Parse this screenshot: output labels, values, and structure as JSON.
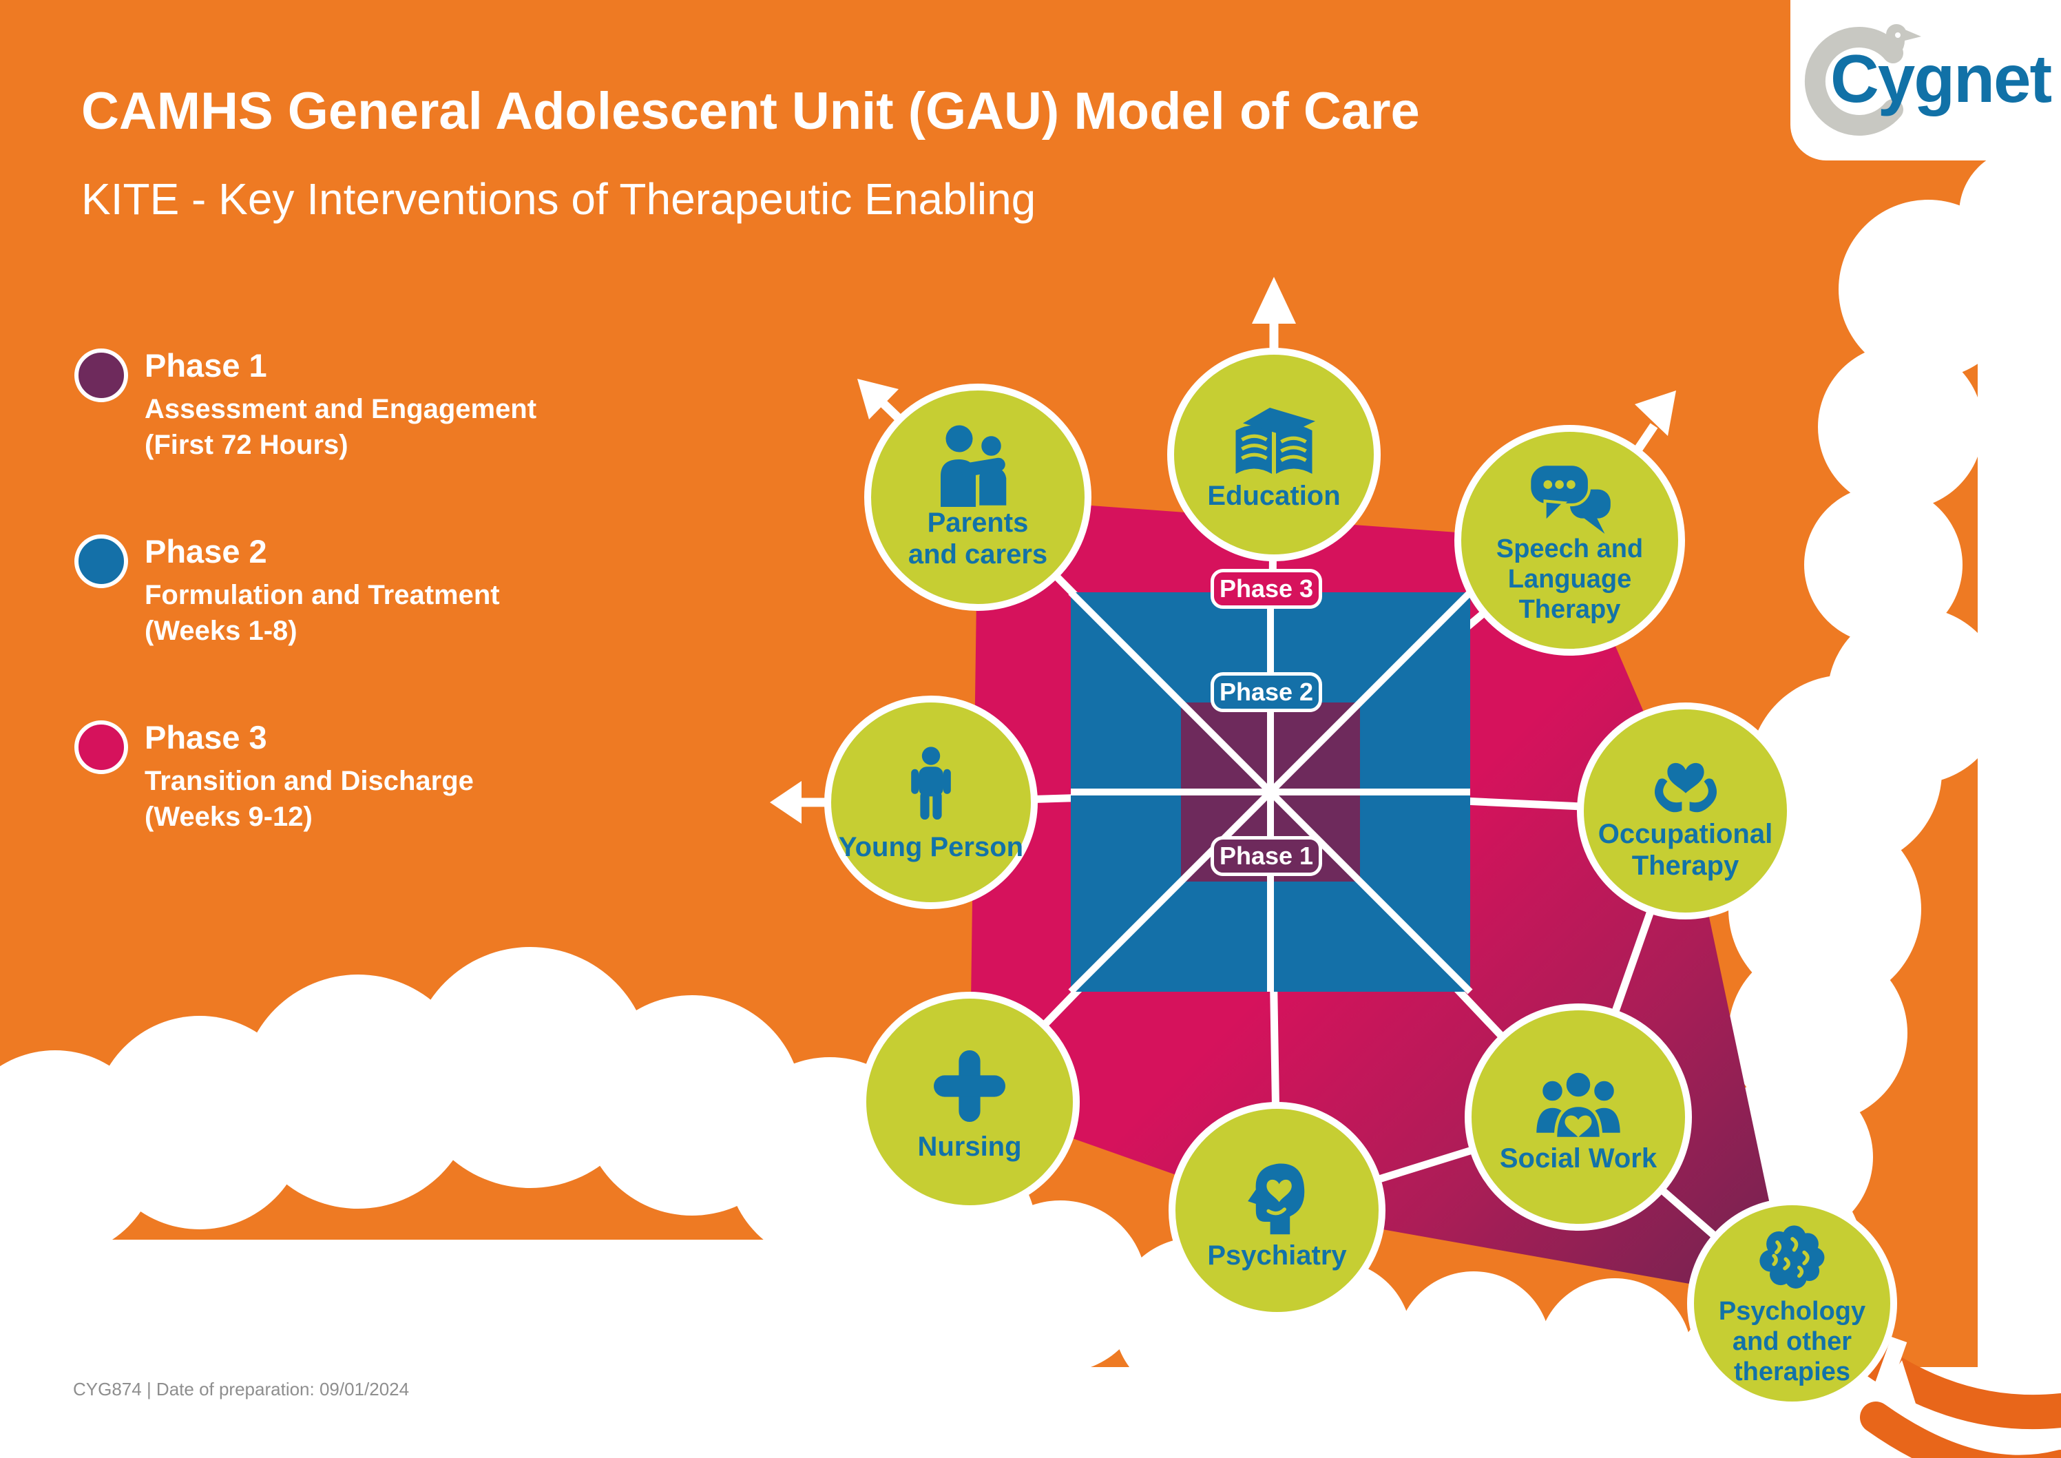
{
  "header": {
    "title": "CAMHS General Adolescent Unit (GAU) Model of Care",
    "subtitle": "KITE - Key Interventions of Therapeutic Enabling"
  },
  "logo": {
    "text": "Cygnet"
  },
  "legend": {
    "items": [
      {
        "name": "Phase 1",
        "description": "Assessment and Engagement\n(First 72 Hours)",
        "color": "#6E2A5C"
      },
      {
        "name": "Phase 2",
        "description": "Formulation and Treatment\n(Weeks 1-8)",
        "color": "#1470A8"
      },
      {
        "name": "Phase 3",
        "description": "Transition and Discharge\n(Weeks 9-12)",
        "color": "#D6125C"
      }
    ]
  },
  "kite": {
    "phase1": "Phase 1",
    "phase2": "Phase 2",
    "phase3": "Phase 3"
  },
  "nodes": {
    "parents": {
      "label": "Parents\nand carers",
      "icon": "parents-carers-icon"
    },
    "education": {
      "label": "Education",
      "icon": "education-icon"
    },
    "speech": {
      "label": "Speech and\nLanguage\nTherapy",
      "icon": "speech-bubbles-icon"
    },
    "young": {
      "label": "Young Person",
      "icon": "young-person-icon"
    },
    "occupational": {
      "label": "Occupational\nTherapy",
      "icon": "hands-heart-icon"
    },
    "nursing": {
      "label": "Nursing",
      "icon": "medical-cross-icon"
    },
    "psychiatry": {
      "label": "Psychiatry",
      "icon": "head-heart-icon"
    },
    "social": {
      "label": "Social Work",
      "icon": "people-group-heart-icon"
    },
    "psychology": {
      "label": "Psychology\nand other\ntherapies",
      "icon": "brain-icon"
    }
  },
  "footer": {
    "text": "CYG874 | Date of preparation: 09/01/2024"
  },
  "colors": {
    "background_orange": "#EE7A23",
    "tail_orange": "#E8661A",
    "phase1_purple": "#6E2A5C",
    "phase2_blue": "#1470A8",
    "phase3_pink": "#D6125C",
    "node_lime": "#C6CE33",
    "icon_blue": "#1272A9",
    "logo_blue": "#1171A7",
    "footer_gray": "#8E8E8E"
  }
}
